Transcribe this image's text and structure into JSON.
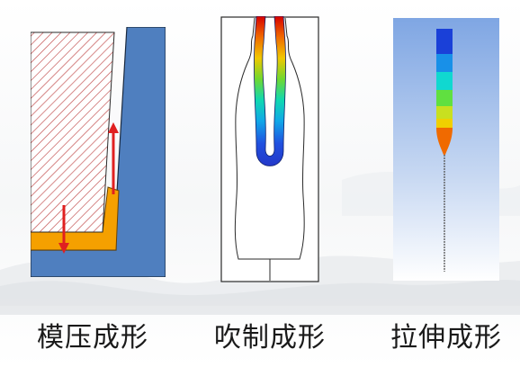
{
  "captions": [
    "模压成形",
    "吹制成形",
    "拉伸成形"
  ],
  "colors": {
    "mold": "#4f7fbf",
    "glass_gob": "#f5a000",
    "arrow": "#e02020",
    "hatch": "#c04848",
    "stretch_bg_top": "#7fa6e3",
    "stretch_bg_bottom": "#ffffff"
  },
  "contour_colors": [
    "#d60000",
    "#f06a00",
    "#f0c800",
    "#70d830",
    "#10d8b0",
    "#10a8e8",
    "#2050e0",
    "#2438c8"
  ],
  "icons": [
    "down-arrow-icon",
    "up-arrow-icon"
  ]
}
